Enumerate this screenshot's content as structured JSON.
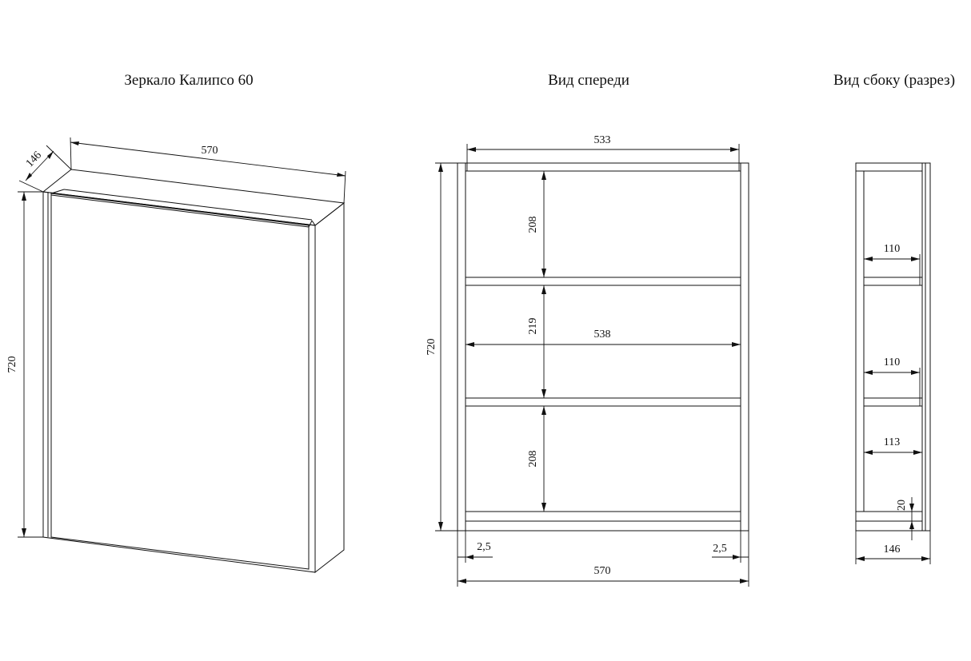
{
  "titles": {
    "iso": "Зеркало Калипсо 60",
    "front": "Вид спереди",
    "side": "Вид сбоку (разрез)"
  },
  "iso": {
    "depth": "146",
    "width": "570",
    "height": "720"
  },
  "front": {
    "inner_width": "533",
    "height": "720",
    "shelf_top": "208",
    "shelf_mid": "219",
    "shelf_bottom": "208",
    "inner_width_mid": "538",
    "gap_left": "2,5",
    "gap_right": "2,5",
    "total_width": "570"
  },
  "side": {
    "shelf1": "110",
    "shelf2": "110",
    "shelf3": "113",
    "bottom": "20",
    "depth": "146"
  }
}
